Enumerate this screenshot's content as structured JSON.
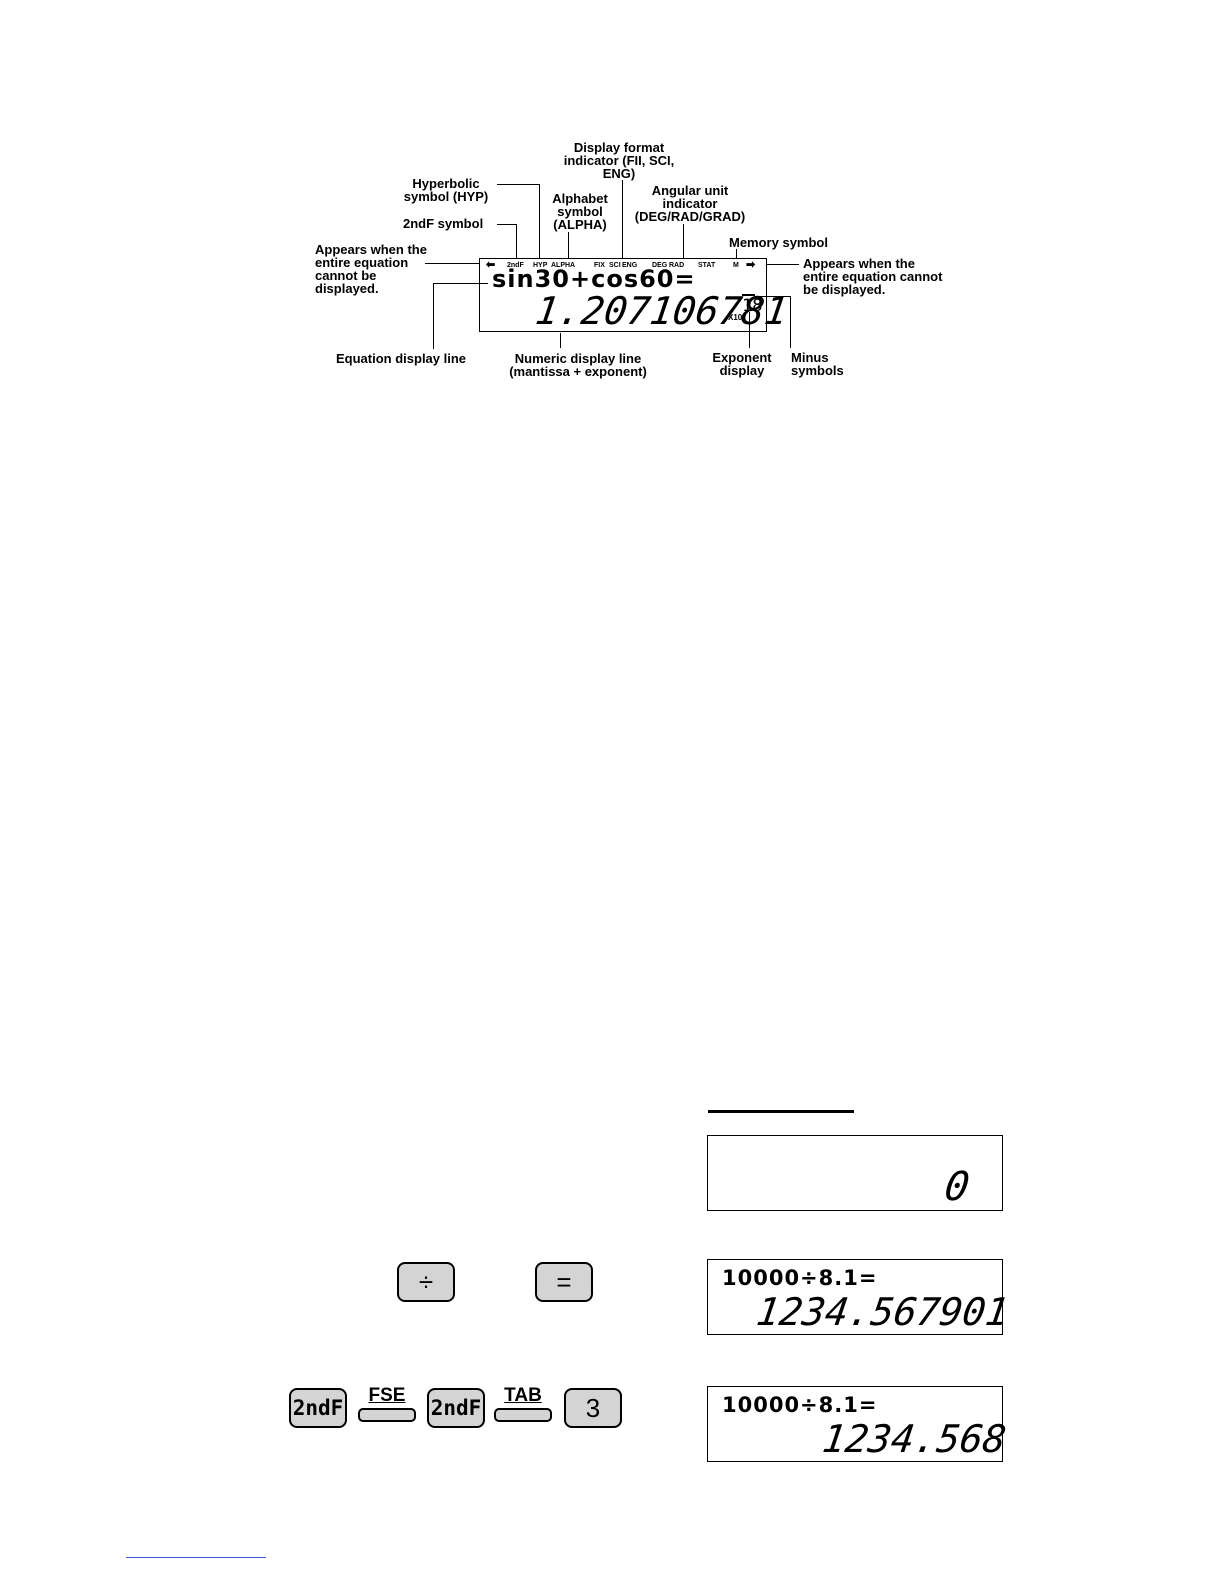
{
  "diagram": {
    "screen": {
      "equation": "sin30+cos60=",
      "numeric": "1.207106781",
      "x10": "X10",
      "exponent": "18",
      "indicators": {
        "left_arrow": "⬅",
        "second_f": "2ndF",
        "hyp": "HYP",
        "alpha": "ALPHA",
        "fix": "FIX",
        "sci": "SCI",
        "eng": "ENG",
        "deg": "DEG",
        "rad": "RAD",
        "stat": "STAT",
        "m": "M",
        "right_arrow": "➡"
      }
    },
    "callouts": {
      "hyp": [
        "Hyperbolic",
        "symbol (HYP)"
      ],
      "second_f": "2ndF symbol",
      "left_arrow": [
        "Appears when the",
        "entire equation",
        "cannot be",
        "displayed."
      ],
      "alpha": [
        "Alphabet",
        "symbol",
        "(ALPHA)"
      ],
      "display_format": [
        "Display format",
        "indicator (FII, SCI,",
        "ENG)"
      ],
      "angular": [
        "Angular unit",
        "indicator",
        "(DEG/RAD/GRAD)"
      ],
      "memory": "Memory symbol",
      "right_arrow": [
        "Appears when the",
        "entire equation cannot",
        "be displayed."
      ],
      "equation_line": "Equation display line",
      "numeric_line": [
        "Numeric display line",
        "(mantissa + exponent)"
      ],
      "exponent": [
        "Exponent",
        "display"
      ],
      "minus": [
        "Minus",
        "symbols"
      ]
    }
  },
  "example": {
    "screens": [
      {
        "equation": "",
        "numeric": "0"
      },
      {
        "equation": "10000÷8.1=",
        "numeric": "1234.567901"
      },
      {
        "equation": "10000÷8.1=",
        "numeric": "1234.568"
      }
    ],
    "keys_row1": {
      "divide": "÷",
      "equals": "="
    },
    "keys_row2": {
      "second_f_1": "2ndF",
      "fse": "FSE",
      "second_f_2": "2ndF",
      "tab": "TAB",
      "three": "3"
    }
  }
}
